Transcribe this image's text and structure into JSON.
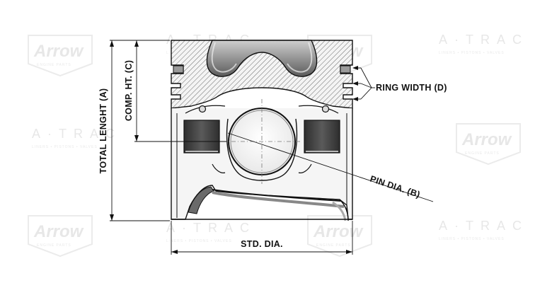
{
  "labels": {
    "total_length": "TOTAL LENGHT (A)",
    "comp_height": "COMP. HT. (C)",
    "ring_width": "RING WIDTH (D)",
    "pin_dia": "PIN DIA. (B)",
    "std_dia": "STD. DIA."
  },
  "watermarks": {
    "arrow_brand": "Arrow",
    "arrow_sub": "ENGINE PARTS",
    "atrac_brand": "A·TRAC",
    "atrac_sub": "LINERS • PISTONS • VALVES"
  },
  "colors": {
    "ink": "#111111",
    "hatch": "#6b6b6b",
    "metal_dark": "#4a4a4a",
    "metal_light": "#dcdcdc",
    "watermark": "#e7e7e7"
  }
}
